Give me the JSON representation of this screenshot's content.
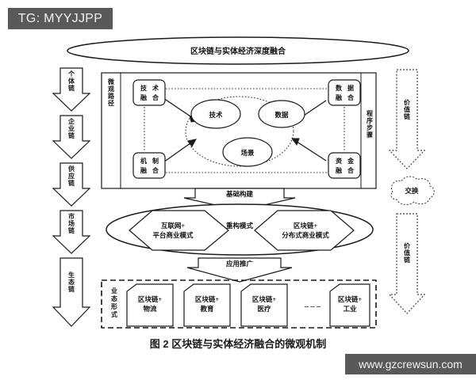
{
  "overlay": {
    "tag_label": "TG: MYYJJPP",
    "watermark": "www.gzcrewsun.com",
    "tag_bg": "#595959",
    "tag_fg": "#f2f2f2"
  },
  "figure": {
    "caption": "图 2   区块链与实体经济融合的微观机制",
    "title_ellipse": "区块链与实体经济深度融合"
  },
  "left_chain": {
    "items": [
      {
        "label": "个体链"
      },
      {
        "label": "企业链"
      },
      {
        "label": "供应链"
      },
      {
        "label": "市场链"
      },
      {
        "label": "生态链"
      }
    ]
  },
  "right_chain": {
    "items": [
      {
        "label": "价值链"
      },
      {
        "label": "价值链"
      }
    ],
    "cloud_label": "交换"
  },
  "micro_path": {
    "side_label_left": "微观路径",
    "side_label_right": "程序步骤",
    "corner_boxes": [
      {
        "label": "技术融合"
      },
      {
        "label": "数据融合"
      },
      {
        "label": "机制融合"
      },
      {
        "label": "资金融合"
      }
    ],
    "core_nodes": [
      {
        "label": "技术"
      },
      {
        "label": "数据"
      },
      {
        "label": "场景"
      }
    ]
  },
  "connectors": {
    "base_build": "基础构建",
    "app_promote": "应用推广"
  },
  "restructure": {
    "label": "重构模式",
    "modes": [
      {
        "line1": "互联网+",
        "line2": "平台商业模式"
      },
      {
        "line1": "区块链+",
        "line2": "分布式商业模式"
      }
    ]
  },
  "formats": {
    "side_label": "业态形式",
    "items": [
      {
        "line1": "区块链+",
        "line2": "物流"
      },
      {
        "line1": "区块链+",
        "line2": "教育"
      },
      {
        "line1": "区块链+",
        "line2": "医疗"
      },
      {
        "line1": "区块链+",
        "line2": "工业"
      }
    ],
    "ellipsis": "– – –"
  },
  "colors": {
    "stroke": "#1a1a1a",
    "background": "#ffffff"
  }
}
